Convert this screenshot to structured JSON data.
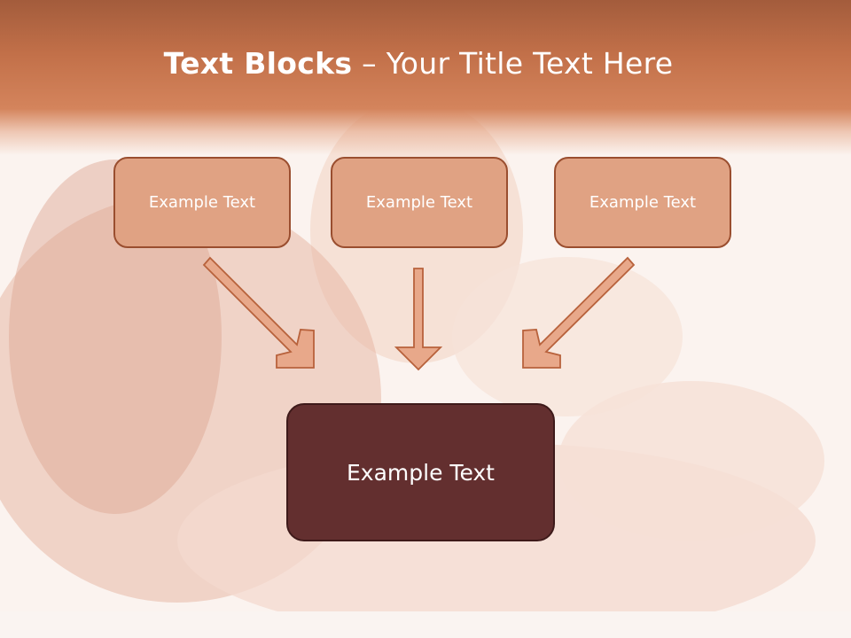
{
  "title": {
    "strong": "Text Blocks",
    "dash": " – ",
    "rest": "Your Title Text Here"
  },
  "blocks": [
    {
      "label": "Example Text"
    },
    {
      "label": "Example Text"
    },
    {
      "label": "Example Text"
    }
  ],
  "target": {
    "label": "Example Text"
  },
  "colors": {
    "header": "#c27049",
    "block_fill": "#e0a283",
    "block_border": "#9a4e2f",
    "target_fill": "#632f2f",
    "arrow_fill": "#e8a88a",
    "arrow_stroke": "#b8623c"
  }
}
